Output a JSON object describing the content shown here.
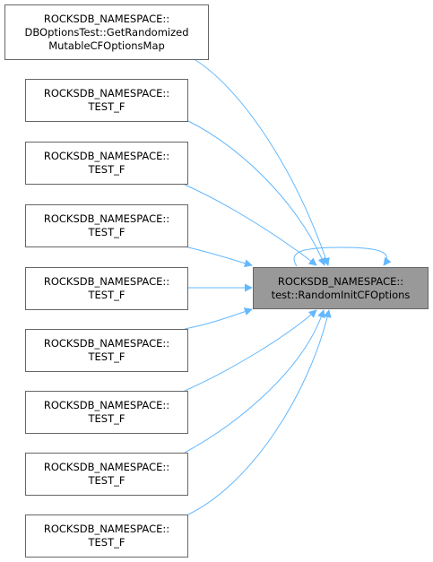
{
  "colors": {
    "edge": "#63b8ff",
    "node_border": "#666666",
    "target_fill": "#999999"
  },
  "target": {
    "id": "target",
    "lines": [
      "ROCKSDB_NAMESPACE::",
      "test::RandomInitCFOptions"
    ]
  },
  "callers": [
    {
      "id": "c1",
      "lines": [
        "ROCKSDB_NAMESPACE::",
        "DBOptionsTest::GetRandomized",
        "MutableCFOptionsMap"
      ]
    },
    {
      "id": "c2",
      "lines": [
        "ROCKSDB_NAMESPACE::",
        "TEST_F"
      ]
    },
    {
      "id": "c3",
      "lines": [
        "ROCKSDB_NAMESPACE::",
        "TEST_F"
      ]
    },
    {
      "id": "c4",
      "lines": [
        "ROCKSDB_NAMESPACE::",
        "TEST_F"
      ]
    },
    {
      "id": "c5",
      "lines": [
        "ROCKSDB_NAMESPACE::",
        "TEST_F"
      ]
    },
    {
      "id": "c6",
      "lines": [
        "ROCKSDB_NAMESPACE::",
        "TEST_F"
      ]
    },
    {
      "id": "c7",
      "lines": [
        "ROCKSDB_NAMESPACE::",
        "TEST_F"
      ]
    },
    {
      "id": "c8",
      "lines": [
        "ROCKSDB_NAMESPACE::",
        "TEST_F"
      ]
    },
    {
      "id": "c9",
      "lines": [
        "ROCKSDB_NAMESPACE::",
        "TEST_F"
      ]
    }
  ],
  "edges": [
    {
      "from": "target",
      "to": "target"
    },
    {
      "from": "c1",
      "to": "target"
    },
    {
      "from": "c2",
      "to": "target"
    },
    {
      "from": "c3",
      "to": "target"
    },
    {
      "from": "c4",
      "to": "target"
    },
    {
      "from": "c5",
      "to": "target"
    },
    {
      "from": "c6",
      "to": "target"
    },
    {
      "from": "c7",
      "to": "target"
    },
    {
      "from": "c8",
      "to": "target"
    },
    {
      "from": "c9",
      "to": "target"
    }
  ]
}
